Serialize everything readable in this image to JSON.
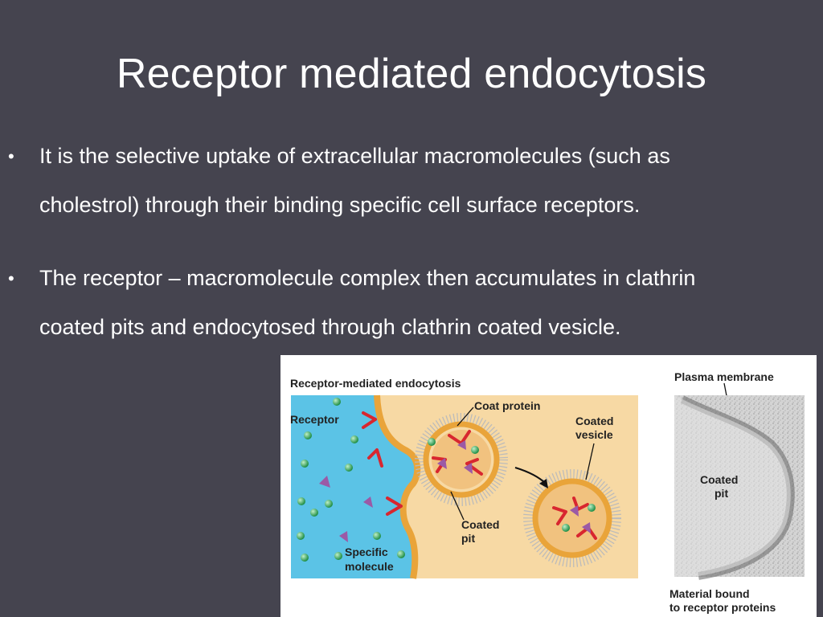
{
  "slide": {
    "title": "Receptor mediated endocytosis",
    "bullet_char": "•",
    "bullets": [
      {
        "line1": "It is the selective uptake of extracellular macromolecules (such as",
        "line2": "cholestrol) through their binding specific cell surface receptors."
      },
      {
        "line1": "The receptor – macromolecule complex then accumulates in clathrin",
        "line2": "coated pits and endocytosed through clathrin coated vesicle."
      }
    ]
  },
  "figure": {
    "heading": "Receptor-mediated endocytosis",
    "labels": {
      "receptor": "Receptor",
      "coat_protein": "Coat protein",
      "coated_vesicle_1": "Coated",
      "coated_vesicle_2": "vesicle",
      "coated_pit_1": "Coated",
      "coated_pit_2": "pit",
      "specific_molecule_1": "Specific",
      "specific_molecule_2": "molecule",
      "plasma_membrane": "Plasma membrane",
      "micro_coated_pit_1": "Coated",
      "micro_coated_pit_2": "pit",
      "material_bound_1": "Material bound",
      "material_bound_2": "to receptor proteins"
    },
    "colors": {
      "extracellular": "#5bc3e6",
      "cytoplasm": "#f7d9a4",
      "membrane": "#e9a43a",
      "receptor": "#d8262f",
      "molecule_green": "#2fae5a",
      "molecule_purple": "#9b5aa6",
      "micrograph": "#cfcfcf"
    }
  }
}
